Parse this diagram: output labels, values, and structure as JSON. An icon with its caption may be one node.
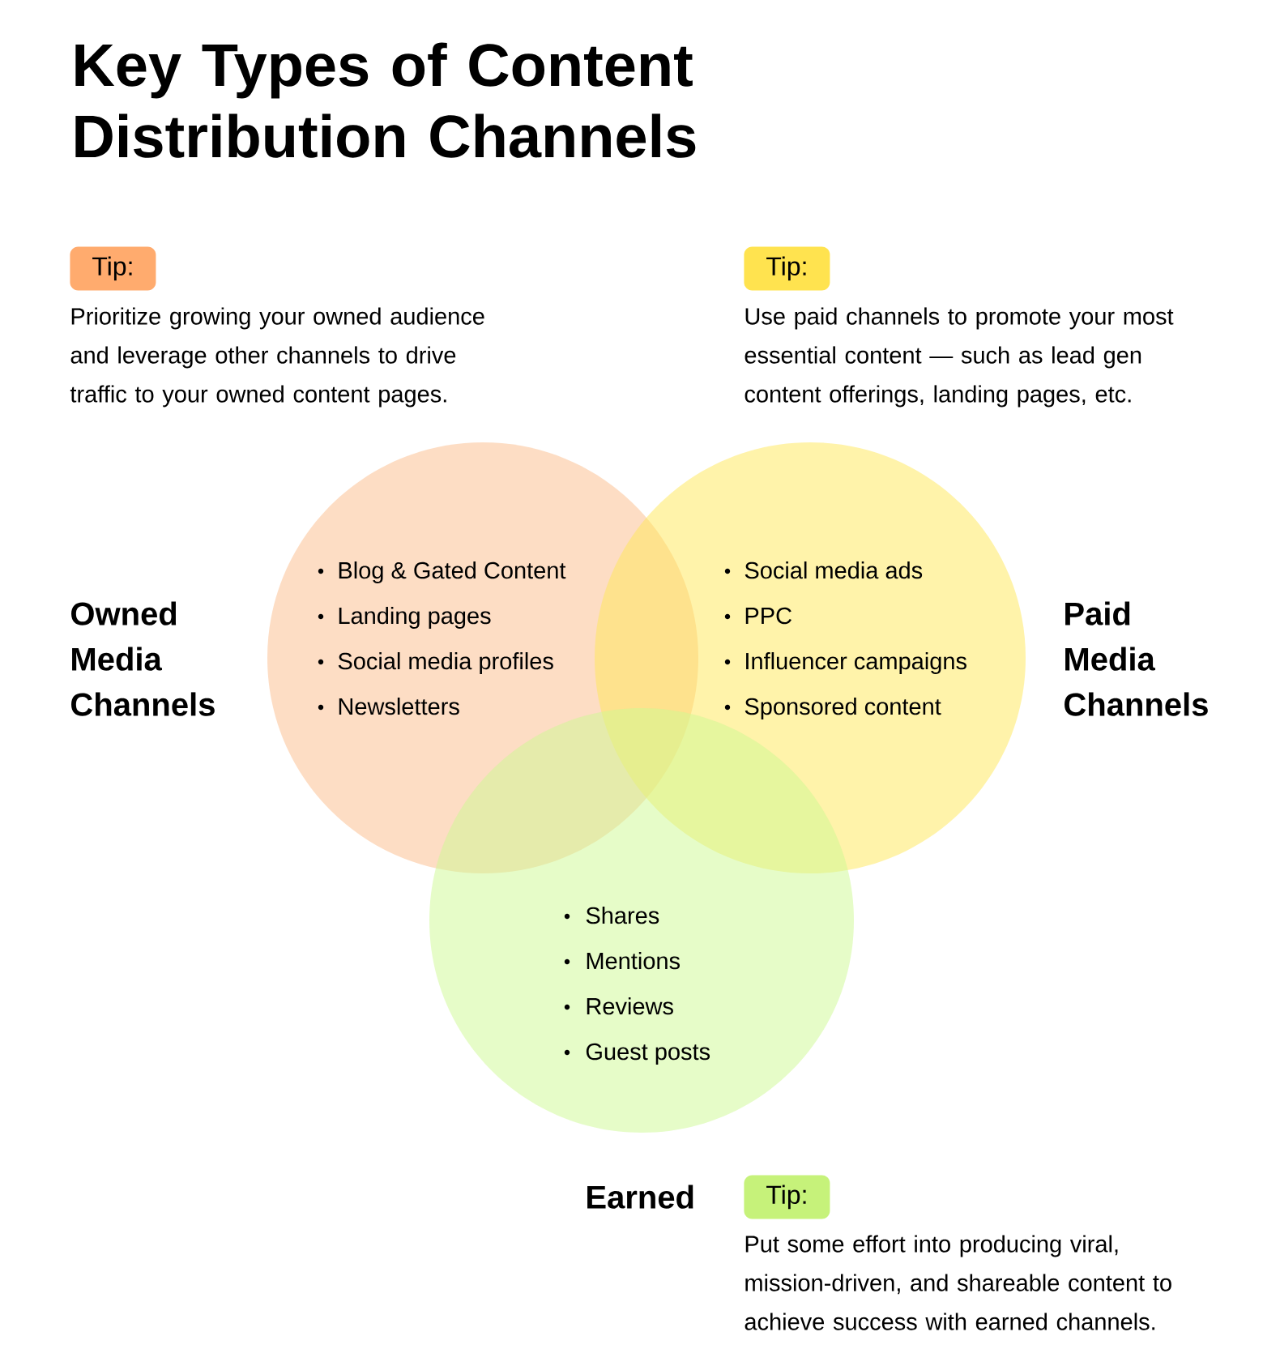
{
  "diagram": {
    "title": "Key Types of Content Distribution Channels",
    "nodes": [
      {
        "text": [
          "Tip:"
        ],
        "beside": [
          "Prioritize growing your owned audience and leverage other channels to drive traffic to your owned content pages."
        ]
      },
      {
        "text": [
          "Tip:"
        ],
        "beside": [
          "Use paid channels to promote your most essential content — such as lead gen content offerings, landing pages, etc."
        ]
      },
      {
        "text": [
          "Owned Media Channels",
          "Blog & Gated Content",
          "Landing pages",
          "Social media profiles",
          "Newsletters"
        ]
      },
      {
        "text": [
          "Paid Media Channels",
          "Social media ads",
          "PPC",
          "Influencer campaigns",
          "Sponsored content"
        ]
      },
      {
        "text": [
          "Shares",
          "Mentions",
          "Reviews",
          "Guest posts",
          "Earned"
        ]
      },
      {
        "text": [
          "Tip:"
        ],
        "beside": [
          "Put some effort into producing viral, mission-driven, and shareable content to achieve success with earned channels."
        ]
      }
    ]
  }
}
